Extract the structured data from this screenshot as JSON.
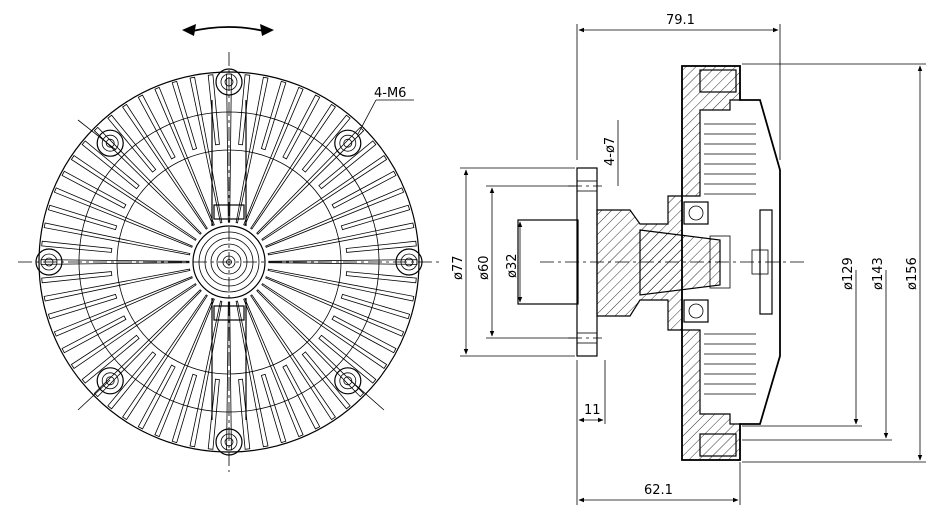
{
  "dimensions": {
    "overall_depth": "79.1",
    "hub_depth": "62.1",
    "flange_thickness": "11",
    "bolt_holes": "4-M6",
    "pilot_holes": "4-ø7",
    "dia_77": "ø77",
    "dia_60": "ø60",
    "dia_32": "ø32",
    "dia_129": "ø129",
    "dia_143": "ø143",
    "dia_156": "ø156"
  },
  "views": {
    "front": {
      "fin_count": 64,
      "bolt_hole_count": 8
    },
    "side": {}
  },
  "icons": {
    "rotation": "rotation-arrow-icon"
  }
}
